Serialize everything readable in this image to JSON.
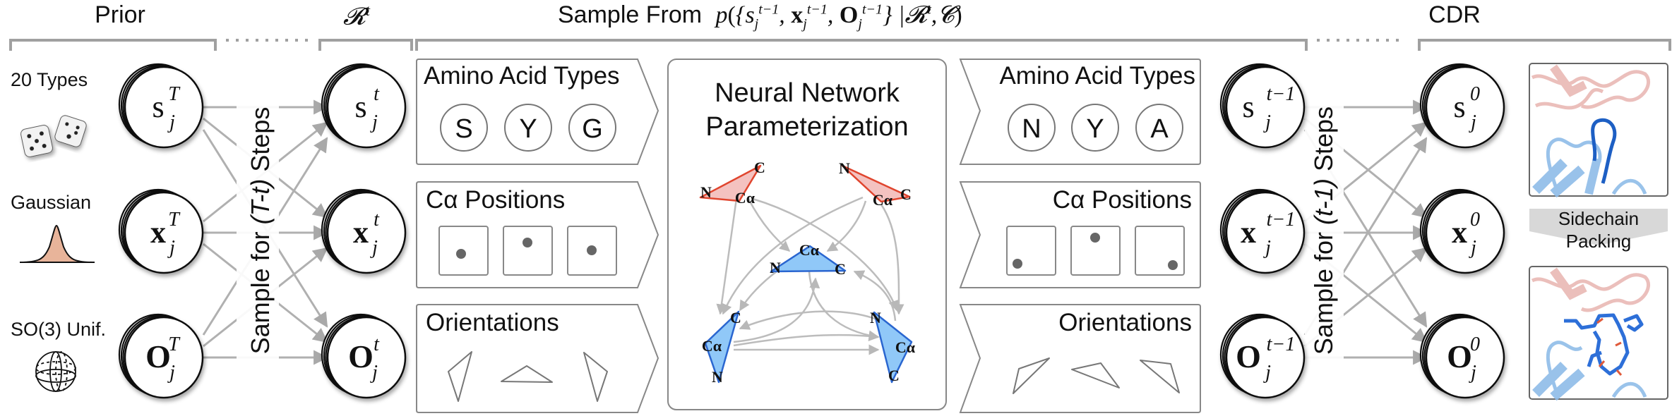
{
  "headers": {
    "prior": "Prior",
    "rt": "𝓡",
    "rt_sup": "t",
    "sample_from_prefix": "Sample From",
    "sample_from_formula": "p({s_j^{t−1}, x_j^{t−1}, O_j^{t−1}} | 𝓡^t, 𝓒)",
    "cdr": "CDR"
  },
  "prior": {
    "items": [
      {
        "label": "20 Types",
        "icon": "dice-icon"
      },
      {
        "label": "Gaussian",
        "icon": "gaussian-curve-icon",
        "fill_color": "#e8b49a"
      },
      {
        "label": "SO(3) Unif.",
        "icon": "sphere-icon"
      }
    ]
  },
  "nodes": {
    "prior_column": [
      {
        "base": "s",
        "sub": "j",
        "sup": "T",
        "bold": false
      },
      {
        "base": "x",
        "sub": "j",
        "sup": "T",
        "bold": true
      },
      {
        "base": "O",
        "sub": "j",
        "sup": "T",
        "bold": true
      }
    ],
    "rt_column": [
      {
        "base": "s",
        "sub": "j",
        "sup": "t",
        "bold": false
      },
      {
        "base": "x",
        "sub": "j",
        "sup": "t",
        "bold": true
      },
      {
        "base": "O",
        "sub": "j",
        "sup": "t",
        "bold": true
      }
    ],
    "tminus1_column": [
      {
        "base": "s",
        "sub": "j",
        "sup": "t−1",
        "bold": false
      },
      {
        "base": "x",
        "sub": "j",
        "sup": "t−1",
        "bold": true
      },
      {
        "base": "O",
        "sub": "j",
        "sup": "t−1",
        "bold": true
      }
    ],
    "cdr_column": [
      {
        "base": "s",
        "sub": "j",
        "sup": "0",
        "bold": false
      },
      {
        "base": "x",
        "sub": "j",
        "sup": "0",
        "bold": true
      },
      {
        "base": "O",
        "sub": "j",
        "sup": "0",
        "bold": true
      }
    ]
  },
  "sample_steps": {
    "left": {
      "prefix": "Sample for ",
      "italic": "(T-t)",
      "suffix": " Steps"
    },
    "right": {
      "prefix": "Sample for ",
      "italic": "(t-1)",
      "suffix": " Steps"
    }
  },
  "input_panels": {
    "amino_acid_title": "Amino Acid Types",
    "amino_acids": [
      "S",
      "Y",
      "G"
    ],
    "ca_positions_title": "Cα Positions",
    "orientations_title": "Orientations"
  },
  "output_panels": {
    "amino_acid_title": "Amino Acid Types",
    "amino_acids": [
      "N",
      "Y",
      "A"
    ],
    "ca_positions_title": "Cα Positions",
    "orientations_title": "Orientations"
  },
  "neural_network": {
    "title_line1": "Neural Network",
    "title_line2": "Parameterization",
    "atom_labels": {
      "n": "N",
      "ca": "Cα",
      "c": "C"
    },
    "colors": {
      "antigen_fill": "#f4c2c0",
      "antigen_stroke": "#e0452e",
      "cdr_fill": "#90c8f8",
      "cdr_stroke": "#2a66d0",
      "edge": "#b8b8b8"
    }
  },
  "cdr_panel": {
    "sidechain_line1": "Sidechain",
    "sidechain_line2": "Packing"
  }
}
